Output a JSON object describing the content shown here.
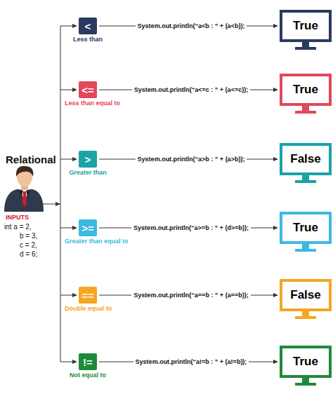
{
  "diagram": {
    "title": "Relational",
    "nodes": [
      {
        "text": [
          "<",
          "Less than"
        ]
      },
      {
        "text": [
          "True"
        ]
      },
      {
        "text": [
          "<=",
          "Less than equal to"
        ]
      },
      {
        "text": [
          "True"
        ]
      },
      {
        "text": [
          ">",
          "Greater than"
        ]
      },
      {
        "text": [
          "False"
        ]
      },
      {
        "text": [
          ">=",
          "Greater than equal to"
        ]
      },
      {
        "text": [
          "True"
        ]
      },
      {
        "text": [
          "==",
          "Double equal to"
        ]
      },
      {
        "text": [
          "False"
        ]
      },
      {
        "text": [
          "!=",
          "Not equal to"
        ]
      },
      {
        "text": [
          "True"
        ]
      }
    ],
    "edges": [
      {
        "from": 0,
        "to": 1,
        "arrow": "to",
        "label": "System.out.println(“a<b : ” + (a<b));"
      },
      {
        "from": 2,
        "to": 3,
        "arrow": "to",
        "label": "System.out.println(“a<=c : ” + (a<=c));"
      },
      {
        "from": 4,
        "to": 5,
        "arrow": "to",
        "label": "System.out.println(“a>b : ” + (a>b));"
      },
      {
        "from": 6,
        "to": 7,
        "arrow": "to",
        "label": "System.out.println(“a>=b : ” + (d>=b));"
      },
      {
        "from": 8,
        "to": 9,
        "arrow": "to",
        "label": "System.out.println(“a==b : ” + (a==b));"
      },
      {
        "from": 10,
        "to": 11,
        "arrow": "to",
        "label": "System.out.println(“a!=b : ” + (a!=b));"
      }
    ],
    "labels": [
      "INPUTS",
      "int a = 2,",
      "b = 3,",
      "c = 2,",
      "d = 6;"
    ]
  }
}
